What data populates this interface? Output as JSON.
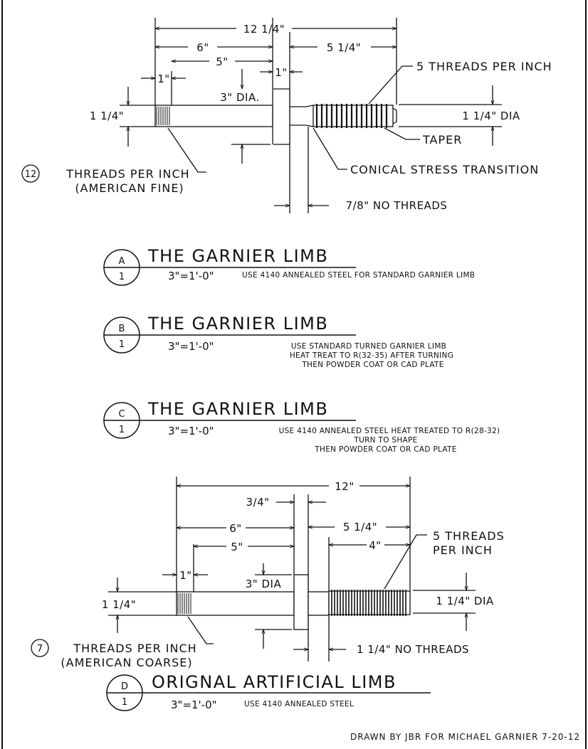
{
  "colors": {
    "ink": "#111111",
    "paper": "#ffffff"
  },
  "detail_a": {
    "dims": {
      "overall": "12 1/4\"",
      "left_6": "6\"",
      "right": "5 1/4\"",
      "left_5": "5\"",
      "fine_thread_len": "1\"",
      "collar_width": "1\"",
      "collar_dia": "3\" DIA.",
      "shank_dia": "1 1/4\"",
      "thread_dia": "1 1/4\" DIA",
      "no_threads": "7/8\" NO THREADS"
    },
    "notes": {
      "thread_pitch": "5 THREADS PER INCH",
      "taper": "TAPER",
      "conical": "CONICAL STRESS TRANSITION",
      "fine_count": "12",
      "fine_line1": "THREADS PER INCH",
      "fine_line2": "(AMERICAN FINE)"
    }
  },
  "details": [
    {
      "letter": "A",
      "sheet": "1",
      "title": "THE GARNIER LIMB",
      "scale": "3\"=1'-0\"",
      "spec": [
        "USE 4140 ANNEALED STEEL FOR STANDARD GARNIER LIMB"
      ]
    },
    {
      "letter": "B",
      "sheet": "1",
      "title": "THE GARNIER LIMB",
      "scale": "3\"=1'-0\"",
      "spec": [
        "USE STANDARD TURNED GARNIER LIMB",
        "HEAT TREAT TO R(32-35) AFTER TURNING",
        "THEN POWDER COAT OR CAD PLATE"
      ]
    },
    {
      "letter": "C",
      "sheet": "1",
      "title": "THE GARNIER LIMB",
      "scale": "3\"=1'-0\"",
      "spec": [
        "USE 4140 ANNEALED STEEL HEAT TREATED TO R(28-32)",
        "TURN TO SHAPE",
        "THEN POWDER COAT OR CAD PLATE"
      ]
    },
    {
      "letter": "D",
      "sheet": "1",
      "title": "ORIGNAL ARTIFICIAL LIMB",
      "scale": "3\"=1'-0\"",
      "spec": [
        "USE 4140 ANNEALED STEEL"
      ]
    }
  ],
  "detail_d": {
    "dims": {
      "overall": "12\"",
      "collar_width": "3/4\"",
      "left_6": "6\"",
      "right": "5 1/4\"",
      "left_5": "5\"",
      "thread_len": "4\"",
      "coarse_thread_len": "1\"",
      "collar_dia": "3\" DIA",
      "shank_dia": "1 1/4\"",
      "thread_dia": "1 1/4\" DIA",
      "no_threads": "1 1/4\" NO THREADS"
    },
    "notes": {
      "thread_pitch_1": "5 THREADS",
      "thread_pitch_2": "PER INCH",
      "coarse_count": "7",
      "coarse_line1": "THREADS PER INCH",
      "coarse_line2": "(AMERICAN COARSE)"
    }
  },
  "footer": {
    "credit": "DRAWN BY JBR FOR MICHAEL GARNIER 7-20-12"
  }
}
